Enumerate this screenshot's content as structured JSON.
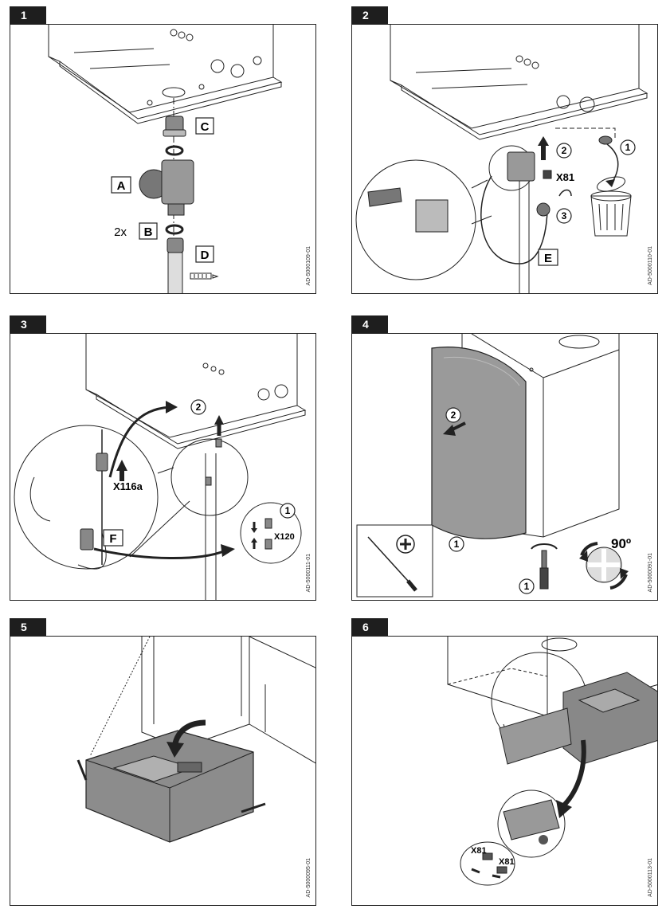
{
  "panels": [
    {
      "step": "1",
      "ref": "AD-5000109-01",
      "labels": {
        "c": "C",
        "a": "A",
        "two_x": "2x",
        "b": "B",
        "d": "D"
      }
    },
    {
      "step": "2",
      "ref": "AD-5000110-01",
      "labels": {
        "n1": "1",
        "n2": "2",
        "n3": "3",
        "x81": "X81",
        "e": "E"
      }
    },
    {
      "step": "3",
      "ref": "AD-5000111-01",
      "labels": {
        "n1": "1",
        "n2": "2",
        "x116a": "X116a",
        "x120": "X120",
        "f": "F"
      }
    },
    {
      "step": "4",
      "ref": "AD-5000091-01",
      "labels": {
        "n1": "1",
        "n1b": "1",
        "n2": "2",
        "deg": "90º"
      }
    },
    {
      "step": "5",
      "ref": "AD-5000095-01",
      "labels": {}
    },
    {
      "step": "6",
      "ref": "AD-5000113-01",
      "labels": {
        "x81a": "X81",
        "x81b": "X81"
      }
    }
  ]
}
